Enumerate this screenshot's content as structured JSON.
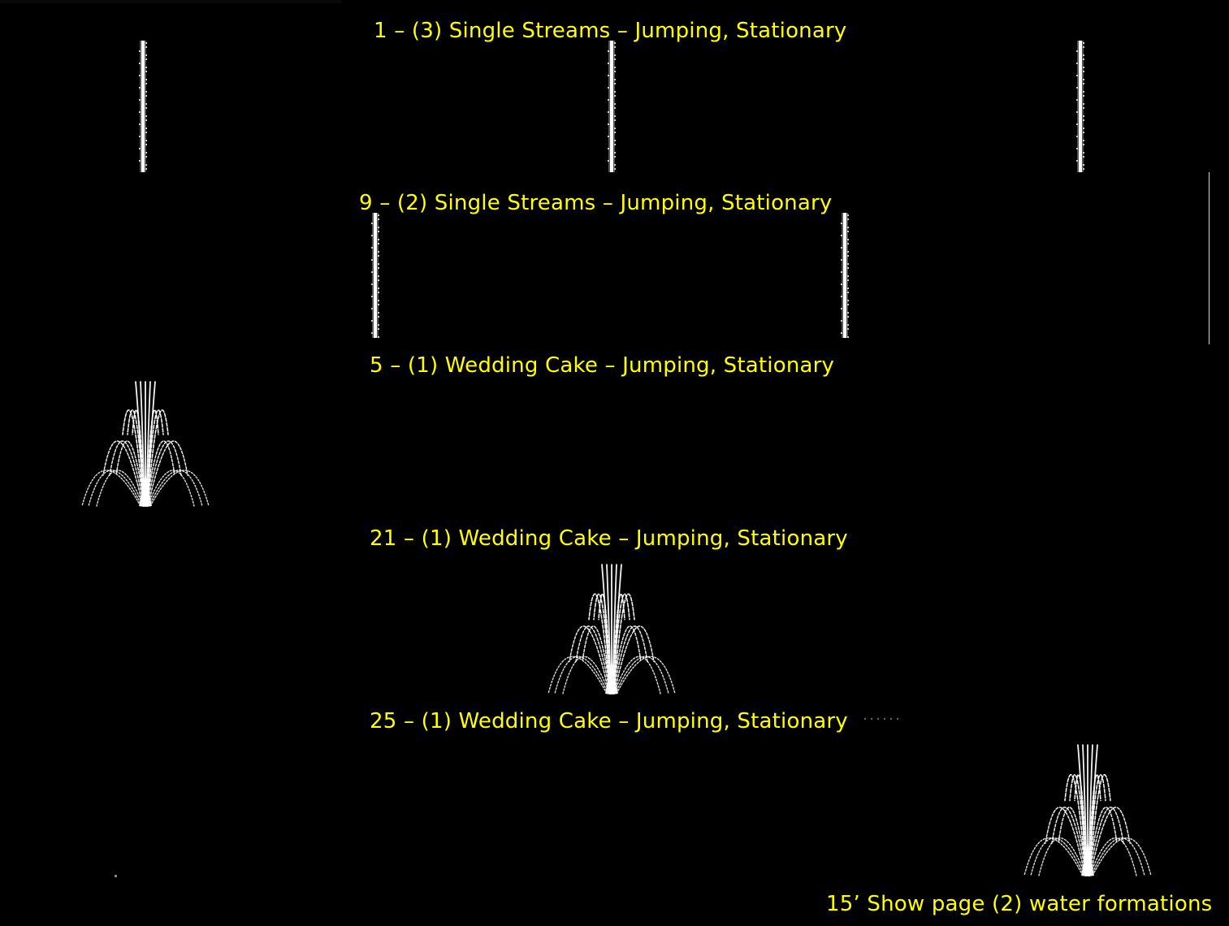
{
  "slide": {
    "background": "#000000",
    "caption_color": "#ffff00",
    "water_color": "#ffffff"
  },
  "sections": [
    {
      "id": "row1",
      "caption": "1 – (3) Single Streams – Jumping, Stationary",
      "formation": "single-stream",
      "count": 3
    },
    {
      "id": "row2",
      "caption": "9 – (2) Single Streams – Jumping, Stationary",
      "formation": "single-stream",
      "count": 2
    },
    {
      "id": "row3",
      "caption": "5 – (1) Wedding Cake – Jumping, Stationary",
      "formation": "wedding-cake",
      "count": 1
    },
    {
      "id": "row4",
      "caption": "21 – (1) Wedding Cake – Jumping, Stationary",
      "formation": "wedding-cake",
      "count": 1
    },
    {
      "id": "row5",
      "caption": "25 – (1) Wedding Cake – Jumping, Stationary",
      "formation": "wedding-cake",
      "count": 1
    }
  ],
  "footer": {
    "text": "15’ Show page (2) water formations"
  }
}
